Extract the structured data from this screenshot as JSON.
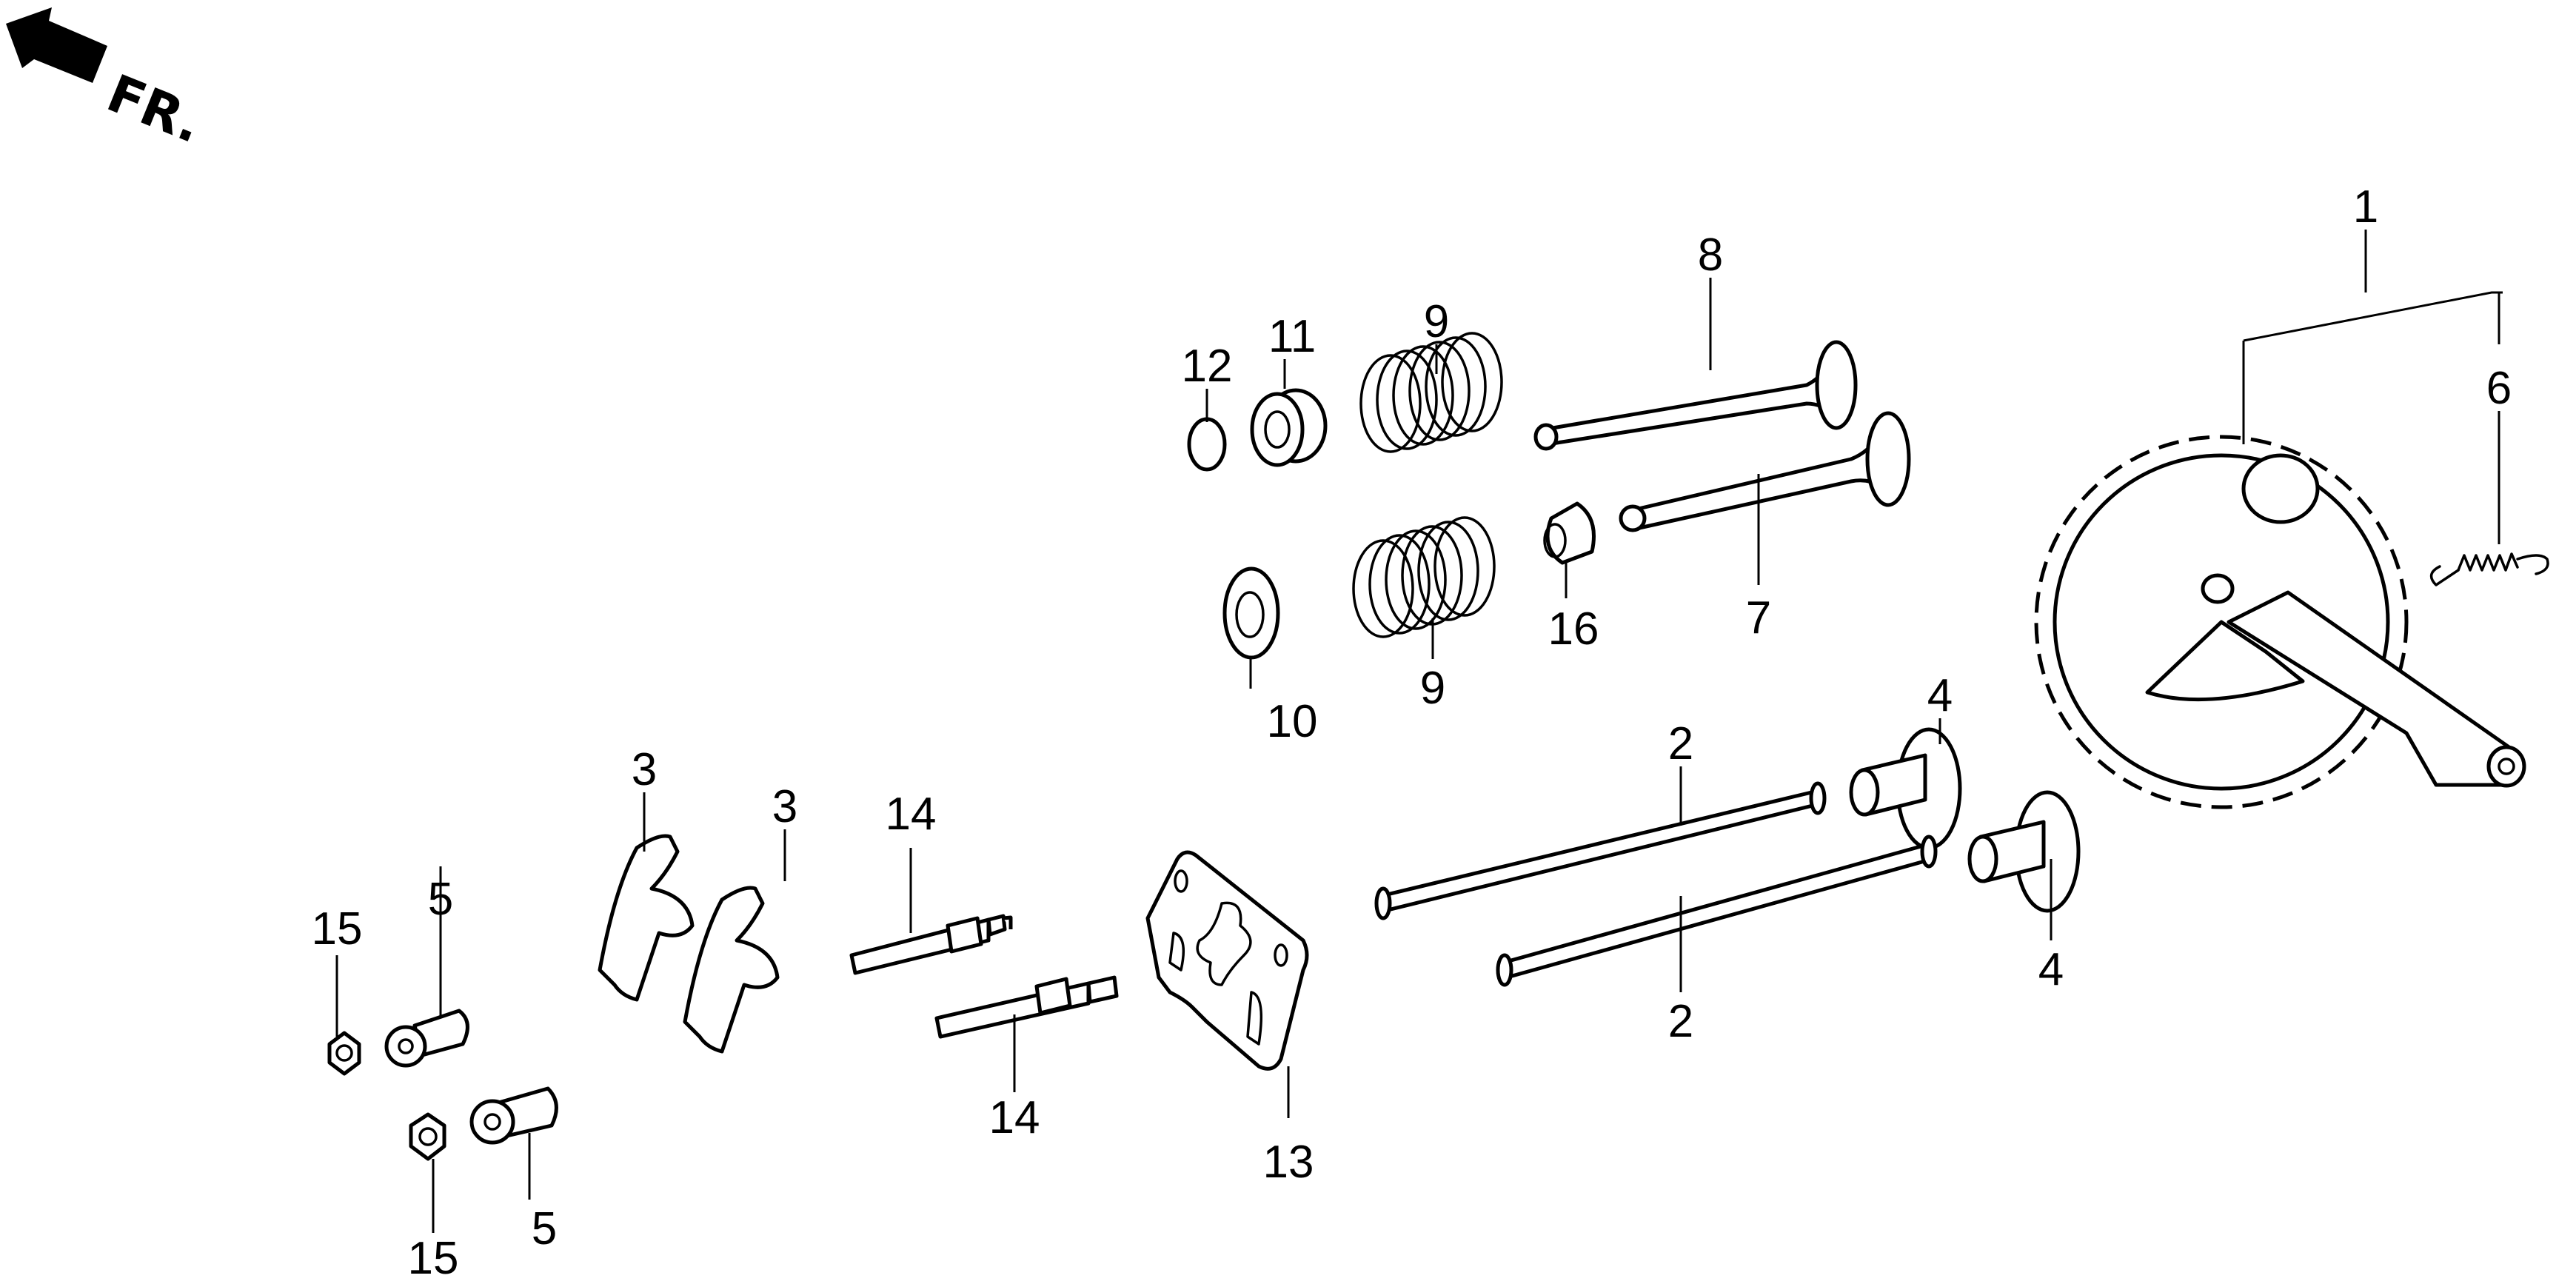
{
  "diagram": {
    "title": "Camshaft / Valve / Rocker Arm Exploded View",
    "direction_indicator": {
      "label": "FR.",
      "icon": "front-arrow-icon"
    },
    "callouts": [
      {
        "id": "c1",
        "label": "1"
      },
      {
        "id": "c2a",
        "label": "2"
      },
      {
        "id": "c2b",
        "label": "2"
      },
      {
        "id": "c3a",
        "label": "3"
      },
      {
        "id": "c3b",
        "label": "3"
      },
      {
        "id": "c4a",
        "label": "4"
      },
      {
        "id": "c4b",
        "label": "4"
      },
      {
        "id": "c5a",
        "label": "5"
      },
      {
        "id": "c5b",
        "label": "5"
      },
      {
        "id": "c6",
        "label": "6"
      },
      {
        "id": "c7",
        "label": "7"
      },
      {
        "id": "c8",
        "label": "8"
      },
      {
        "id": "c9a",
        "label": "9"
      },
      {
        "id": "c9b",
        "label": "9"
      },
      {
        "id": "c10",
        "label": "10"
      },
      {
        "id": "c11",
        "label": "11"
      },
      {
        "id": "c12",
        "label": "12"
      },
      {
        "id": "c13",
        "label": "13"
      },
      {
        "id": "c14a",
        "label": "14"
      },
      {
        "id": "c14b",
        "label": "14"
      },
      {
        "id": "c15a",
        "label": "15"
      },
      {
        "id": "c15b",
        "label": "15"
      },
      {
        "id": "c16",
        "label": "16"
      }
    ]
  }
}
